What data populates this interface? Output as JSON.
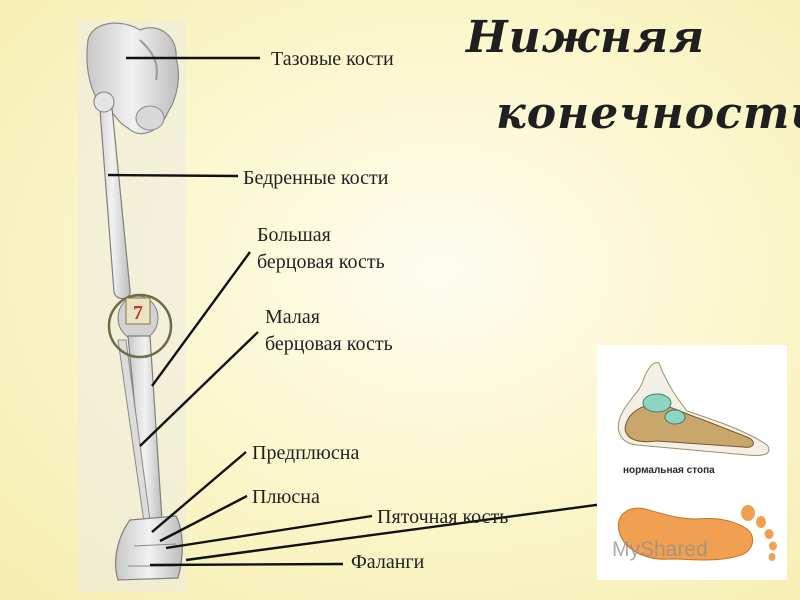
{
  "title": {
    "line1": "Нижняя",
    "line2": "конечность"
  },
  "badge": {
    "number": "7"
  },
  "labels": {
    "pelvic": "Тазовые кости",
    "femur": "Бедренные кости",
    "tibia_1": "Большая",
    "tibia_2": "берцовая  кость",
    "fibula_1": "Малая",
    "fibula_2": "берцовая  кость",
    "tarsus": "Предплюсна",
    "metatarsus": "Плюсна",
    "calcaneus": "Пяточная кость",
    "phalanges": "Фаланги"
  },
  "foot_panel": {
    "caption": "нормальная стопа"
  },
  "watermark": {
    "text": "MyShared"
  },
  "colors": {
    "background": "#fbf6c9",
    "bone": "#dcdcdc",
    "footprint": "#f0a050",
    "foot_bone": "#c9a66b",
    "tarsal_highlight": "#8fd3c1",
    "badge_ring": "#6b6b45",
    "badge_text": "#c0392b"
  }
}
